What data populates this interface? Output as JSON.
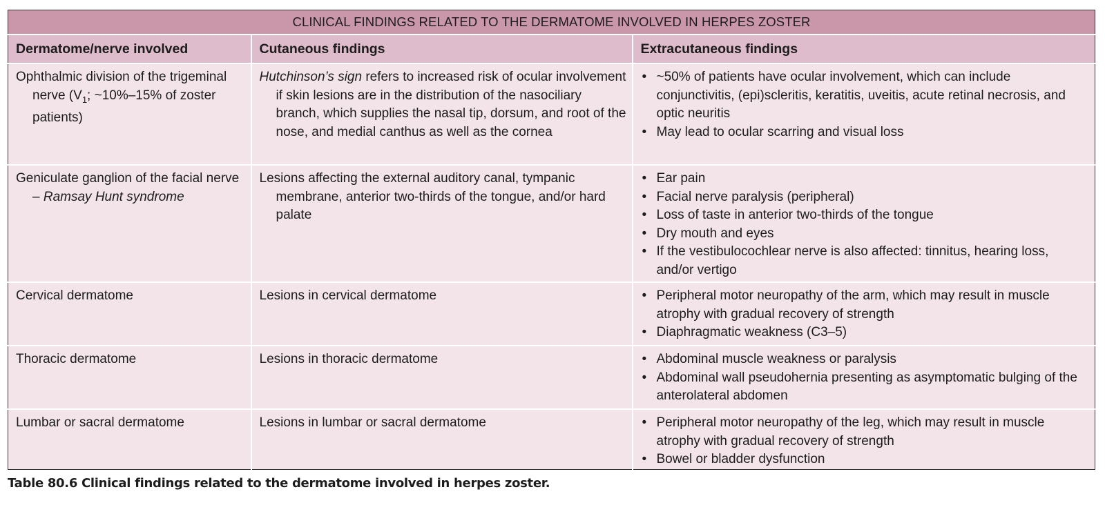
{
  "title": "CLINICAL FINDINGS RELATED TO THE DERMATOME INVOLVED IN HERPES ZOSTER",
  "headers": [
    "Dermatome/nerve involved",
    "Cutaneous findings",
    "Extracutaneous findings"
  ],
  "rows": [
    {
      "dermatome_a": "Ophthalmic division of the trigeminal nerve (V",
      "dermatome_sub": "1",
      "dermatome_b": "; ~10%–15% of zoster patients)",
      "cutaneous_em": "Hutchinson’s sign",
      "cutaneous": " refers to increased risk of ocular involvement if skin lesions are in the distribution of the nasociliary branch, which supplies the nasal tip, dorsum, and root of the nose, and medial canthus as well as the cornea",
      "extra": [
        "~50% of patients have ocular involvement, which can include conjunctivitis, (epi)scleritis, keratitis, uveitis, acute retinal necrosis, and optic neuritis",
        "May lead to ocular scarring and visual loss"
      ]
    },
    {
      "dermatome_a": "Geniculate ganglion of the facial nerve – ",
      "dermatome_em": "Ramsay Hunt syndrome",
      "cutaneous": "Lesions affecting the external auditory canal, tympanic membrane, anterior two-thirds of the tongue, and/or hard palate",
      "extra": [
        "Ear pain",
        "Facial nerve paralysis (peripheral)",
        "Loss of taste in anterior two-thirds of the tongue",
        "Dry mouth and eyes",
        "If the vestibulocochlear nerve is also affected: tinnitus, hearing loss, and/or vertigo"
      ]
    },
    {
      "dermatome": "Cervical dermatome",
      "cutaneous": "Lesions in cervical dermatome",
      "extra": [
        "Peripheral motor neuropathy of the arm, which may result in muscle atrophy with gradual recovery of strength",
        "Diaphragmatic weakness (C3–5)"
      ]
    },
    {
      "dermatome": "Thoracic dermatome",
      "cutaneous": "Lesions in thoracic dermatome",
      "extra": [
        "Abdominal muscle weakness or paralysis",
        "Abdominal wall pseudohernia presenting as asymptomatic bulging of the anterolateral abdomen"
      ]
    },
    {
      "dermatome": "Lumbar or sacral dermatome",
      "cutaneous": "Lesions in lumbar or sacral dermatome",
      "extra": [
        "Peripheral motor neuropathy of the leg, which may result in muscle atrophy with gradual recovery of strength",
        "Bowel or bladder dysfunction"
      ]
    }
  ],
  "caption": {
    "label": "Table 80.6",
    "text": " Clinical findings related to the dermatome involved in herpes zoster."
  },
  "colors": {
    "title_bg": "#c996aa",
    "header_bg": "#dfbccb",
    "cell_bg": "#f3e4ea"
  }
}
